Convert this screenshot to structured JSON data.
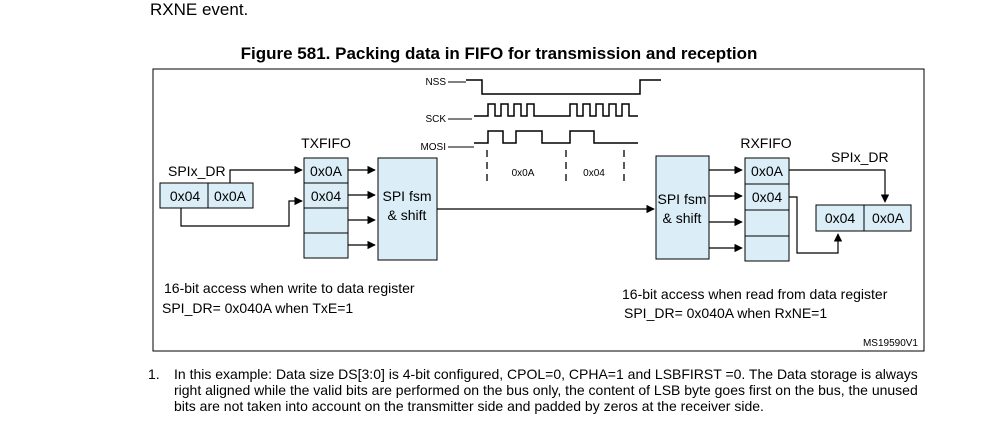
{
  "intro_text": "RXNE event.",
  "figure_title": "Figure 581. Packing data in FIFO for transmission and reception",
  "signals": {
    "nss": "NSS",
    "sck": "SCK",
    "mosi": "MOSI"
  },
  "bus_values": [
    "0x0A",
    "0x04"
  ],
  "tx": {
    "reg_label": "SPIx_DR",
    "reg_cells": [
      "0x04",
      "0x0A"
    ],
    "fifo_label": "TXFIFO",
    "fifo_cells": [
      "0x0A",
      "0x04",
      "",
      ""
    ],
    "fsm_lines": [
      "SPI fsm",
      "& shift"
    ],
    "access_line1": "16-bit access when write to data register",
    "access_line2": "SPI_DR= 0x040A when TxE=1"
  },
  "rx": {
    "reg_label": "SPIx_DR",
    "reg_cells": [
      "0x04",
      "0x0A"
    ],
    "fifo_label": "RXFIFO",
    "fifo_cells": [
      "0x0A",
      "0x04",
      "",
      ""
    ],
    "fsm_lines": [
      "SPI fsm",
      "& shift"
    ],
    "access_line1": "16-bit access when read from data register",
    "access_line2": "SPI_DR= 0x040A when RxNE=1"
  },
  "figure_id": "MS19590V1",
  "colors": {
    "box_fill": "#dbeef7",
    "stroke": "#000000"
  },
  "note": {
    "number": "1.",
    "text": "In this example: Data size DS[3:0] is 4-bit configured, CPOL=0, CPHA=1 and LSBFIRST =0. The Data storage is always right aligned while the valid bits are performed on the bus only, the content of LSB byte goes first on the bus, the unused bits are not taken into account on the transmitter side and padded by zeros at the receiver side."
  }
}
